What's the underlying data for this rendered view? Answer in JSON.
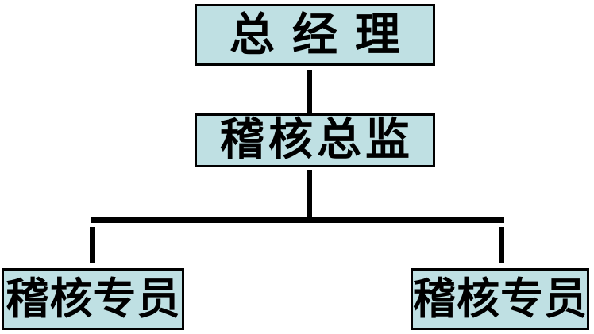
{
  "org_chart": {
    "type": "org-tree",
    "nodes": [
      {
        "id": "general-manager",
        "label": "总经理",
        "level": 1,
        "reports_to": null
      },
      {
        "id": "audit-director",
        "label": "稽核总监",
        "level": 2,
        "reports_to": "general-manager"
      },
      {
        "id": "audit-specialist-left",
        "label": "稽核专员",
        "level": 3,
        "reports_to": "audit-director"
      },
      {
        "id": "audit-specialist-right",
        "label": "稽核专员",
        "level": 3,
        "reports_to": "audit-director"
      }
    ],
    "colors": {
      "box_fill": "#bfe0e3",
      "box_border": "#000000",
      "connector": "#000000",
      "text": "#000000",
      "background": "#ffffff"
    }
  }
}
